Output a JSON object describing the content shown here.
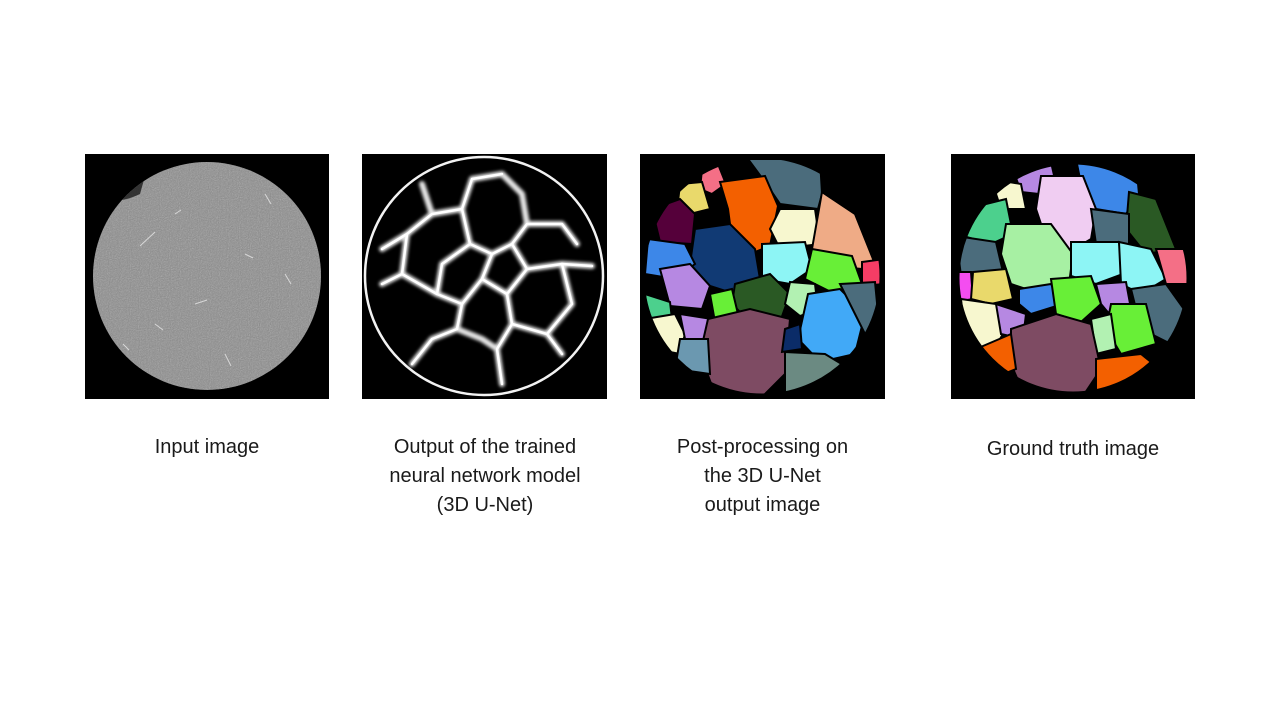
{
  "panels": [
    {
      "id": "input",
      "caption": "Input image"
    },
    {
      "id": "unet",
      "caption": "Output of the trained\nneural network model\n(3D U-Net)"
    },
    {
      "id": "post",
      "caption": "Post-processing on\nthe 3D U-Net\noutput image"
    },
    {
      "id": "truth",
      "caption": "Ground truth image"
    }
  ],
  "colors": {
    "background": "#ffffff",
    "panel": "#000000",
    "grain_palette": [
      "#f46f86",
      "#4b6c7c",
      "#f36000",
      "#e9d96b",
      "#55003a",
      "#113a74",
      "#3d87e8",
      "#f7f7cf",
      "#efab86",
      "#8df5f5",
      "#68ef37",
      "#b688e2",
      "#2a5924",
      "#b2f1b2",
      "#7e4b63",
      "#6b8a82",
      "#41a9f7",
      "#f53d65",
      "#4cd08d",
      "#f0cdf2",
      "#a7f0a3",
      "#f44df0",
      "#0b2c68"
    ]
  }
}
